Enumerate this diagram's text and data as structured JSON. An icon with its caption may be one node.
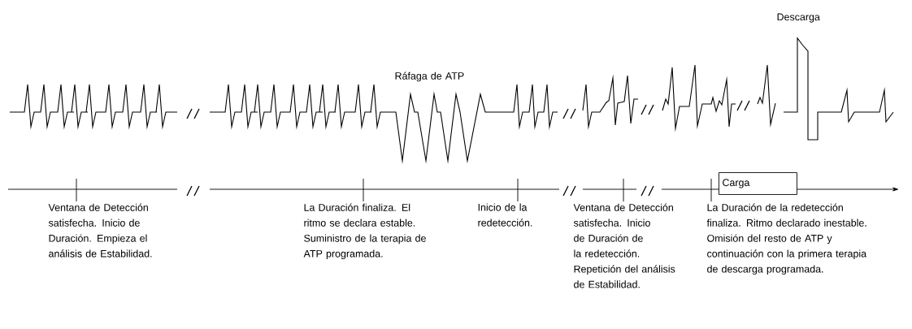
{
  "diagram": {
    "nodes": [
      {
        "text": [
          "Carga"
        ]
      }
    ],
    "labels": [
      "Descarga",
      "Ráfaga de ATP",
      "Ventana de Detección satisfecha. Inicio de Duración. Empieza el análisis de Estabilidad.",
      "La Duración finaliza. El ritmo se declara estable. Suministro de la terapia de ATP programada.",
      "Inicio de la redetección.",
      "Ventana de Detección satisfecha. Inicio de Duración de la redetección. Repetición del análisis de Estabilidad.",
      "La Duración de la redetección finaliza. Ritmo declarado inestable. Omisión del resto de ATP y continuación con la primera terapia de descarga programada."
    ]
  }
}
